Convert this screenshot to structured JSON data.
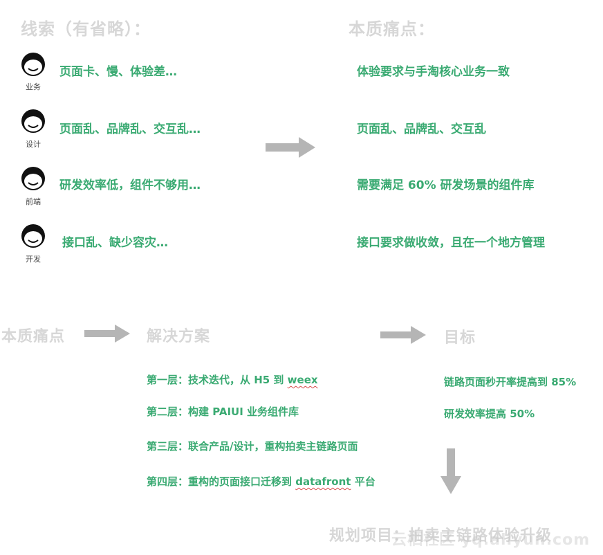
{
  "top": {
    "left_title": "线索（有省略）：",
    "right_title": "本质痛点：",
    "rows": [
      {
        "role": "业务",
        "clue": "页面卡、慢、体验差…",
        "pain": "体验要求与手淘核心业务一致"
      },
      {
        "role": "设计",
        "clue": "页面乱、品牌乱、交互乱…",
        "pain": "页面乱、品牌乱、交互乱"
      },
      {
        "role": "前端",
        "clue": "研发效率低，组件不够用…",
        "pain": "需要满足 60% 研发场景的组件库"
      },
      {
        "role": "开发",
        "clue": "接口乱、缺少容灾…",
        "pain": "接口要求做收敛，且在一个地方管理"
      }
    ]
  },
  "bottom": {
    "col1_title": "本质痛点",
    "col2_title": "解决方案",
    "col3_title": "目标",
    "layers": [
      {
        "prefix": "第一层：技术迭代，从 H5 到 ",
        "highlight": "weex",
        "suffix": ""
      },
      {
        "prefix": "第二层：构建 PAIUI 业务组件库",
        "highlight": "",
        "suffix": ""
      },
      {
        "prefix": "第三层：联合产品/设计，重构拍卖主链路页面",
        "highlight": "",
        "suffix": ""
      },
      {
        "prefix": "第四层：重构的页面接口迁移到 ",
        "highlight": "datafront",
        "suffix": " 平台"
      }
    ],
    "goals": [
      "链路页面秒开率提高到 85%",
      "研发效率提高 50%"
    ],
    "final_title": "规划项目：拍卖主链路体验升级",
    "watermark": "云栖社区 yq.aliyun.com"
  },
  "colors": {
    "accent_green": "#3aaa72",
    "title_gray": "#d7d7d7",
    "arrow_gray": "#b5b5b5"
  }
}
